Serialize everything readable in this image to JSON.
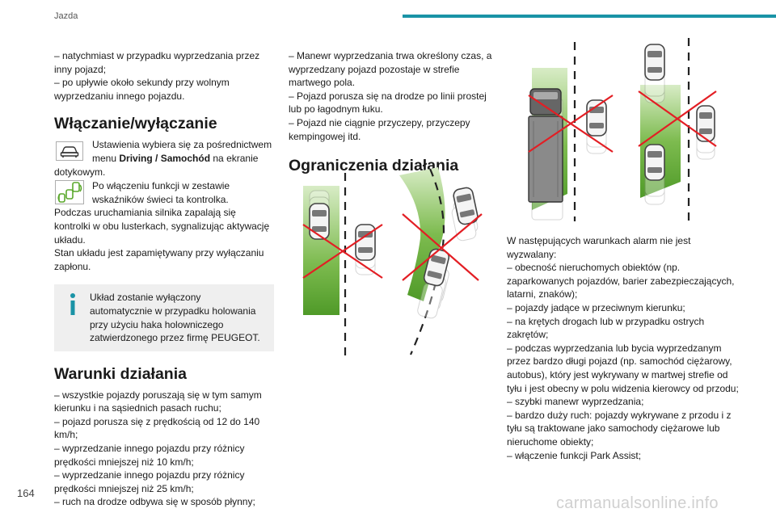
{
  "header": {
    "section": "Jazda"
  },
  "page_number": "164",
  "watermark": "carmanualsonline.info",
  "col1": {
    "intro": [
      "– natychmiast w przypadku wyprzedzania przez inny pojazd;",
      "– po upływie około sekundy przy wolnym wyprzedzaniu innego pojazdu."
    ],
    "heading_on": "Włączanie/wyłączanie",
    "settings_pre": "Ustawienia wybiera się za pośrednictwem menu ",
    "settings_bold": "Driving / Samochód",
    "settings_post": " na ekranie dotykowym.",
    "indicator_text": "Po włączeniu funkcji w zestawie wskaźników świeci ta kontrolka.",
    "start_text": "Podczas uruchamiania silnika zapalają się kontrolki w obu lusterkach, sygnalizując aktywację układu.",
    "memory_text": "Stan układu jest zapamiętywany przy wyłączaniu zapłonu.",
    "note_text": "Układ zostanie wyłączony automatycznie w przypadku holowania przy użyciu haka holowniczego zatwierdzonego przez firmę PEUGEOT.",
    "heading_cond": "Warunki działania",
    "conditions": [
      "– wszystkie pojazdy poruszają się w tym samym kierunku i na sąsiednich pasach ruchu;",
      "– pojazd porusza się z prędkością od 12 do 140 km/h;",
      "– wyprzedzanie innego pojazdu przy różnicy prędkości mniejszej niż 10 km/h;",
      "– wyprzedzanie innego pojazdu przy różnicy prędkości mniejszej niż 25 km/h;",
      "– ruch na drodze odbywa się w sposób płynny;"
    ]
  },
  "col2": {
    "conditions": [
      "– Manewr wyprzedzania trwa określony czas, a wyprzedzany pojazd pozostaje w strefie martwego pola.",
      "– Pojazd porusza się na drodze po linii prostej lub po łagodnym łuku.",
      "– Pojazd nie ciągnie przyczepy, przyczepy kempingowej itd."
    ],
    "heading_lim": "Ograniczenia działania"
  },
  "col3": {
    "intro": "W następujących warunkach alarm nie jest wyzwalany:",
    "items": [
      "– obecność nieruchomych obiektów (np. zaparkowanych pojazdów, barier zabezpieczających, latarni, znaków);",
      "– pojazdy jadące w przeciwnym kierunku;",
      "– na krętych drogach lub w przypadku ostrych zakrętów;",
      "– podczas wyprzedzania lub bycia wyprzedzanym przez bardzo długi pojazd (np. samochód ciężarowy, autobus), który jest wykrywany w martwej strefie od tyłu i jest obecny w polu widzenia kierowcy od przodu;",
      "– szybki manewr wyprzedzania;",
      "– bardzo duży ruch: pojazdy wykrywane z przodu i z tyłu są traktowane jako samochody ciężarowe lub nieruchome obiekty;",
      "– włączenie funkcji Park Assist;"
    ]
  },
  "colors": {
    "accent": "#1a93a6",
    "zone_green": "#5aa82c",
    "cross_red": "#e31e24"
  },
  "icons": [
    "car-icon",
    "blind-spot-indicator-icon",
    "info-icon"
  ]
}
